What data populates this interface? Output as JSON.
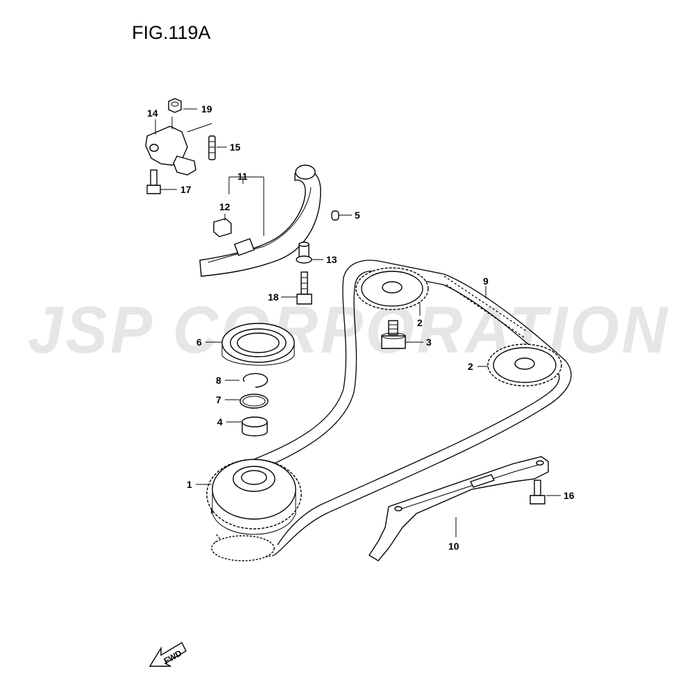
{
  "figure": {
    "title": "FIG.119A"
  },
  "watermark": {
    "text": "JSP CORPORATION"
  },
  "direction_marker": {
    "label": "FWD"
  },
  "callouts": {
    "p1": "1",
    "p2a": "2",
    "p2b": "2",
    "p3": "3",
    "p4": "4",
    "p5": "5",
    "p6": "6",
    "p7": "7",
    "p8": "8",
    "p9": "9",
    "p10": "10",
    "p11": "11",
    "p12": "12",
    "p13": "13",
    "p14": "14",
    "p15": "15",
    "p16": "16",
    "p17": "17",
    "p18": "18",
    "p19": "19"
  }
}
